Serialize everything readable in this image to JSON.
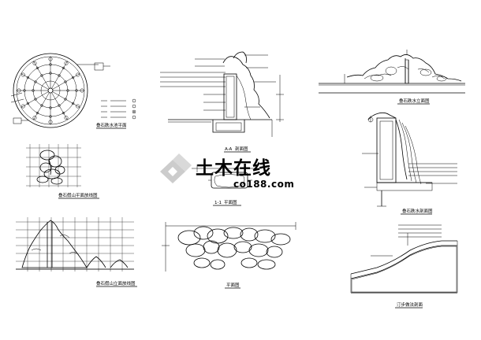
{
  "drawings": {
    "fountain_plan": {
      "title": "叠石跌水池平面",
      "legend_symbols": [
        "circle",
        "circle",
        "circle-dot",
        "circle"
      ]
    },
    "boulder_grid_plan": {
      "title": "叠石假山平面放线图"
    },
    "boulder_grid_elevation": {
      "title": "叠石假山立面放线图"
    },
    "waterfall_section": {
      "title_prefix": "A-A",
      "title": "剖面图",
      "marker_label": "A"
    },
    "detail_plan": {
      "title_prefix": "1-1",
      "title": "平面图"
    },
    "rockery_plan": {
      "title": "平面图"
    },
    "rockery_elevation": {
      "title": "叠石跌水立面图"
    },
    "cascade_section": {
      "title": "叠石跌水剖面图"
    },
    "path_section": {
      "title": "汀步做法剖面"
    }
  },
  "watermark": {
    "brand": "土木在线",
    "url": "co188.com",
    "colors": {
      "logo": "#cccccc",
      "text": "#c8c8c8"
    }
  }
}
